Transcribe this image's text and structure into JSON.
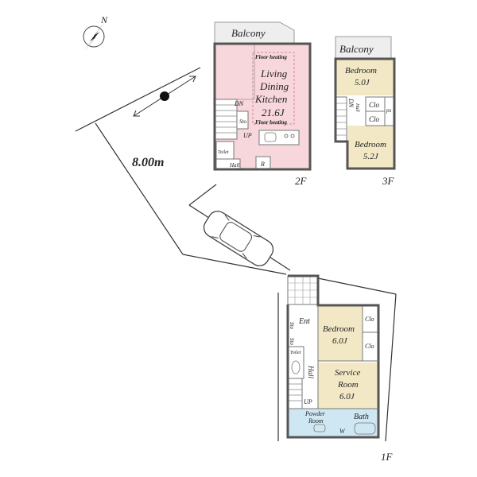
{
  "compass": {
    "label": "N",
    "icon": "north-arrow-icon"
  },
  "site": {
    "road_width": "8.00m",
    "icons": [
      "car-icon",
      "road-direction-arrow-icon",
      "point-marker-icon"
    ]
  },
  "floors": {
    "f2": {
      "label": "2F",
      "rooms": {
        "balcony": "Balcony",
        "floor_heating_top": "Floor heating",
        "ldk_line1": "Living",
        "ldk_line2": "Dining",
        "ldk_line3": "Kitchen",
        "ldk_size": "21.6J",
        "floor_heating_bottom": "Floor heating",
        "dn": "DN",
        "up": "UP",
        "sto": "Sto",
        "toilet": "Toilet",
        "hall": "Hall",
        "r": "R"
      }
    },
    "f3": {
      "label": "3F",
      "rooms": {
        "balcony": "Balcony",
        "bed1_name": "Bedroom",
        "bed1_size": "5.0J",
        "bed2_name": "Bedroom",
        "bed2_size": "5.2J",
        "clo1": "Clo",
        "clo2": "Clo",
        "ps": "ps",
        "hall": "Hall",
        "dn": "DN"
      }
    },
    "f1": {
      "label": "1F",
      "rooms": {
        "ent": "Ent",
        "sto1": "Sto",
        "sto2": "Sto",
        "bed_name": "Bedroom",
        "bed_size": "6.0J",
        "clo1": "Clo",
        "clo2": "Clo",
        "toilet": "Toilet",
        "hall": "Hall",
        "service_line1": "Service",
        "service_line2": "Room",
        "service_size": "6.0J",
        "up": "UP",
        "powder_line1": "Powder",
        "powder_line2": "Room",
        "bath": "Bath",
        "w": "W"
      }
    }
  },
  "colors": {
    "ldk": "#f7d6dc",
    "bedroom": "#f2e8c6",
    "wet_area": "#cfe7f3"
  }
}
